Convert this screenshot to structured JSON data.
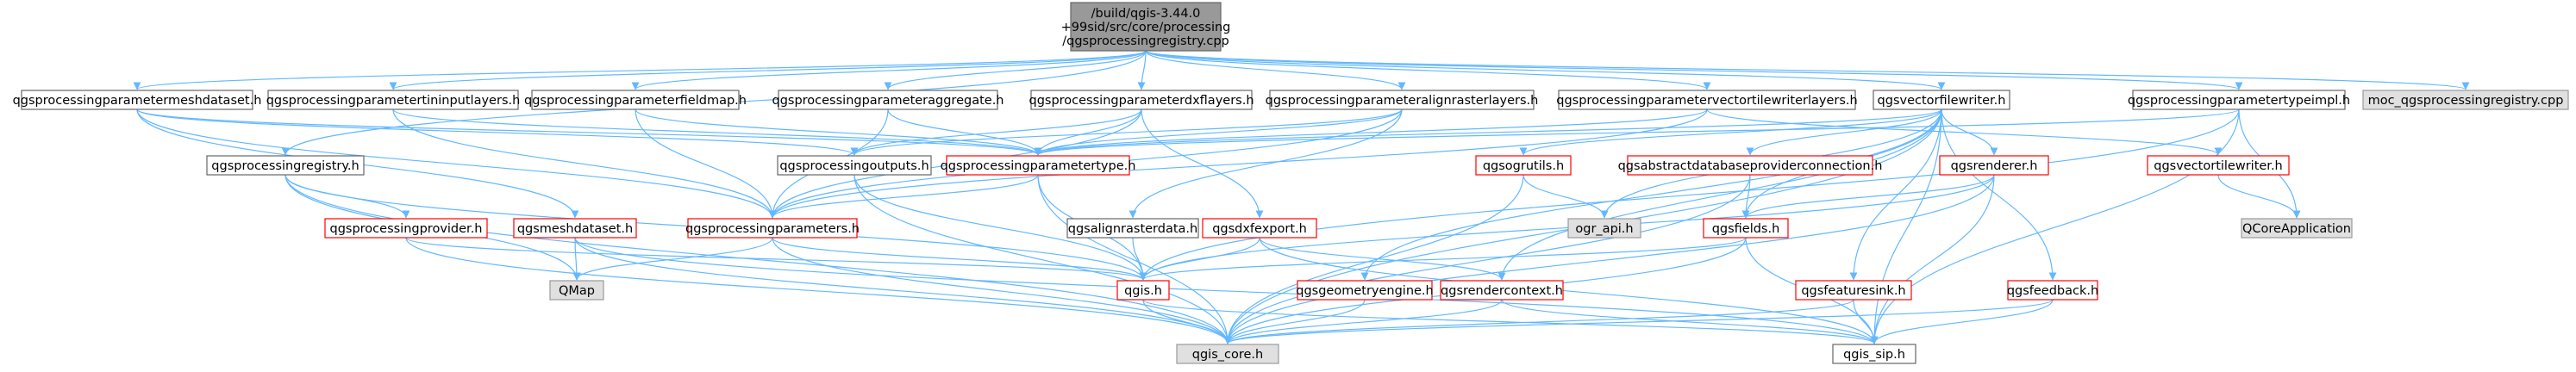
{
  "colors": {
    "edge": "#63b8ff",
    "root_fill": "#999999",
    "root_border": "#666666",
    "doc_border": "#666666",
    "undoc_border": "#ff0000",
    "ext_fill": "#e0e0e0",
    "ext_border": "#999999",
    "text": "#000000"
  },
  "nodes": [
    {
      "id": "root",
      "lines": [
        "/build/qgis-3.44.0",
        "+99sid/src/core/processing",
        "/qgsprocessingregistry.cpp"
      ],
      "style": "root"
    },
    {
      "id": "pmesh",
      "lines": [
        "qgsprocessingparametermeshdataset.h"
      ],
      "style": "doc"
    },
    {
      "id": "ptin",
      "lines": [
        "qgsprocessingparametertininputlayers.h"
      ],
      "style": "doc"
    },
    {
      "id": "pfield",
      "lines": [
        "qgsprocessingparameterfieldmap.h"
      ],
      "style": "doc"
    },
    {
      "id": "pagg",
      "lines": [
        "qgsprocessingparameteraggregate.h"
      ],
      "style": "doc"
    },
    {
      "id": "pdxf",
      "lines": [
        "qgsprocessingparameterdxflayers.h"
      ],
      "style": "doc"
    },
    {
      "id": "palign",
      "lines": [
        "qgsprocessingparameteralignrasterlayers.h"
      ],
      "style": "doc"
    },
    {
      "id": "pvtile",
      "lines": [
        "qgsprocessingparametervectortilewriterlayers.h"
      ],
      "style": "doc"
    },
    {
      "id": "vfw",
      "lines": [
        "qgsvectorfilewriter.h"
      ],
      "style": "doc"
    },
    {
      "id": "ptypeimpl",
      "lines": [
        "qgsprocessingparametertypeimpl.h"
      ],
      "style": "doc"
    },
    {
      "id": "moc",
      "lines": [
        "moc_qgsprocessingregistry.cpp"
      ],
      "style": "ext"
    },
    {
      "id": "preg",
      "lines": [
        "qgsprocessingregistry.h"
      ],
      "style": "doc"
    },
    {
      "id": "pout",
      "lines": [
        "qgsprocessingoutputs.h"
      ],
      "style": "doc"
    },
    {
      "id": "ptype",
      "lines": [
        "qgsprocessingparametertype.h"
      ],
      "style": "undoc"
    },
    {
      "id": "ogrutils",
      "lines": [
        "qgsogrutils.h"
      ],
      "style": "undoc"
    },
    {
      "id": "absdb",
      "lines": [
        "qgsabstractdatabaseproviderconnection.h"
      ],
      "style": "undoc"
    },
    {
      "id": "renderer",
      "lines": [
        "qgsrenderer.h"
      ],
      "style": "undoc"
    },
    {
      "id": "vtwriter",
      "lines": [
        "qgsvectortilewriter.h"
      ],
      "style": "undoc"
    },
    {
      "id": "pprov",
      "lines": [
        "qgsprocessingprovider.h"
      ],
      "style": "undoc"
    },
    {
      "id": "meshds",
      "lines": [
        "qgsmeshdataset.h"
      ],
      "style": "undoc"
    },
    {
      "id": "params",
      "lines": [
        "qgsprocessingparameters.h"
      ],
      "style": "undoc"
    },
    {
      "id": "aligndata",
      "lines": [
        "qgsalignrasterdata.h"
      ],
      "style": "doc"
    },
    {
      "id": "dxfexport",
      "lines": [
        "qgsdxfexport.h"
      ],
      "style": "undoc"
    },
    {
      "id": "ograpi",
      "lines": [
        "ogr_api.h"
      ],
      "style": "ext"
    },
    {
      "id": "fields",
      "lines": [
        "qgsfields.h"
      ],
      "style": "undoc"
    },
    {
      "id": "qcoreapp",
      "lines": [
        "QCoreApplication"
      ],
      "style": "ext"
    },
    {
      "id": "qmap",
      "lines": [
        "QMap"
      ],
      "style": "ext"
    },
    {
      "id": "qgish",
      "lines": [
        "qgis.h"
      ],
      "style": "undoc"
    },
    {
      "id": "geomengine",
      "lines": [
        "qgsgeometryengine.h"
      ],
      "style": "undoc"
    },
    {
      "id": "rctx",
      "lines": [
        "qgsrendercontext.h"
      ],
      "style": "undoc"
    },
    {
      "id": "fsink",
      "lines": [
        "qgsfeaturesink.h"
      ],
      "style": "undoc"
    },
    {
      "id": "feedback",
      "lines": [
        "qgsfeedback.h"
      ],
      "style": "undoc"
    },
    {
      "id": "core",
      "lines": [
        "qgis_core.h"
      ],
      "style": "ext"
    },
    {
      "id": "sip",
      "lines": [
        "qgis_sip.h"
      ],
      "style": "doc"
    }
  ],
  "edges": [
    [
      "root",
      "pmesh"
    ],
    [
      "root",
      "ptin"
    ],
    [
      "root",
      "pfield"
    ],
    [
      "root",
      "pagg"
    ],
    [
      "root",
      "pdxf"
    ],
    [
      "root",
      "palign"
    ],
    [
      "root",
      "pvtile"
    ],
    [
      "root",
      "vfw"
    ],
    [
      "root",
      "ptypeimpl"
    ],
    [
      "root",
      "moc"
    ],
    [
      "root",
      "preg"
    ],
    [
      "pmesh",
      "ptype"
    ],
    [
      "pmesh",
      "params"
    ],
    [
      "pmesh",
      "meshds"
    ],
    [
      "pmesh",
      "pout"
    ],
    [
      "ptin",
      "ptype"
    ],
    [
      "ptin",
      "params"
    ],
    [
      "pfield",
      "ptype"
    ],
    [
      "pfield",
      "params"
    ],
    [
      "pagg",
      "ptype"
    ],
    [
      "pagg",
      "params"
    ],
    [
      "pdxf",
      "ptype"
    ],
    [
      "pdxf",
      "params"
    ],
    [
      "pdxf",
      "dxfexport"
    ],
    [
      "pdxf",
      "pout"
    ],
    [
      "palign",
      "ptype"
    ],
    [
      "palign",
      "params"
    ],
    [
      "palign",
      "aligndata"
    ],
    [
      "palign",
      "pout"
    ],
    [
      "pvtile",
      "ptype"
    ],
    [
      "pvtile",
      "params"
    ],
    [
      "pvtile",
      "vtwriter"
    ],
    [
      "vfw",
      "ptype"
    ],
    [
      "vfw",
      "ogrutils"
    ],
    [
      "vfw",
      "absdb"
    ],
    [
      "vfw",
      "renderer"
    ],
    [
      "vfw",
      "fields"
    ],
    [
      "vfw",
      "geomengine"
    ],
    [
      "vfw",
      "rctx"
    ],
    [
      "vfw",
      "fsink"
    ],
    [
      "vfw",
      "feedback"
    ],
    [
      "vfw",
      "core"
    ],
    [
      "vfw",
      "sip"
    ],
    [
      "vfw",
      "ograpi"
    ],
    [
      "ptypeimpl",
      "ptype"
    ],
    [
      "ptypeimpl",
      "qcoreapp"
    ],
    [
      "ptypeimpl",
      "sip"
    ],
    [
      "ptypeimpl",
      "qgish"
    ],
    [
      "preg",
      "pprov"
    ],
    [
      "preg",
      "qmap"
    ],
    [
      "preg",
      "core"
    ],
    [
      "preg",
      "qgish"
    ],
    [
      "pout",
      "qgish"
    ],
    [
      "pout",
      "core"
    ],
    [
      "ptype",
      "params"
    ],
    [
      "ptype",
      "qgish"
    ],
    [
      "ptype",
      "core"
    ],
    [
      "params",
      "qgish"
    ],
    [
      "params",
      "qmap"
    ],
    [
      "params",
      "core"
    ],
    [
      "pprov",
      "qgish"
    ],
    [
      "pprov",
      "core"
    ],
    [
      "meshds",
      "qmap"
    ],
    [
      "meshds",
      "core"
    ],
    [
      "meshds",
      "sip"
    ],
    [
      "aligndata",
      "qgish"
    ],
    [
      "dxfexport",
      "qgish"
    ],
    [
      "dxfexport",
      "rctx"
    ],
    [
      "dxfexport",
      "sip"
    ],
    [
      "ogrutils",
      "ograpi"
    ],
    [
      "ogrutils",
      "core"
    ],
    [
      "absdb",
      "fields"
    ],
    [
      "absdb",
      "core"
    ],
    [
      "renderer",
      "fields"
    ],
    [
      "renderer",
      "qgish"
    ],
    [
      "renderer",
      "core"
    ],
    [
      "renderer",
      "sip"
    ],
    [
      "vtwriter",
      "qcoreapp"
    ],
    [
      "fields",
      "qgish"
    ],
    [
      "fields",
      "core"
    ],
    [
      "fields",
      "sip"
    ],
    [
      "qgish",
      "core"
    ],
    [
      "qgish",
      "sip"
    ],
    [
      "geomengine",
      "core"
    ],
    [
      "rctx",
      "core"
    ],
    [
      "rctx",
      "sip"
    ],
    [
      "fsink",
      "core"
    ],
    [
      "fsink",
      "sip"
    ],
    [
      "feedback",
      "core"
    ],
    [
      "feedback",
      "sip"
    ]
  ]
}
